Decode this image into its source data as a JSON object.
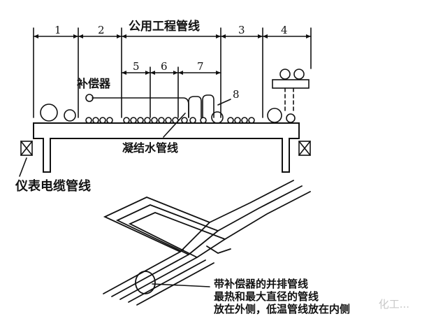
{
  "header": {
    "public_pipeline_label": "公用工程管线"
  },
  "segments": [
    "1",
    "2",
    "3",
    "4",
    "5",
    "6",
    "7",
    "8"
  ],
  "labels": {
    "compensator": "补偿器",
    "condensate_pipeline": "凝结水管线",
    "instrument_cable": "仪表电缆管线"
  },
  "caption": {
    "line1": "带补偿器的并排管线",
    "line2": "最热和最大直径的管线",
    "line3": "放在外侧，低温管线放在内侧"
  },
  "watermark": "化工..."
}
